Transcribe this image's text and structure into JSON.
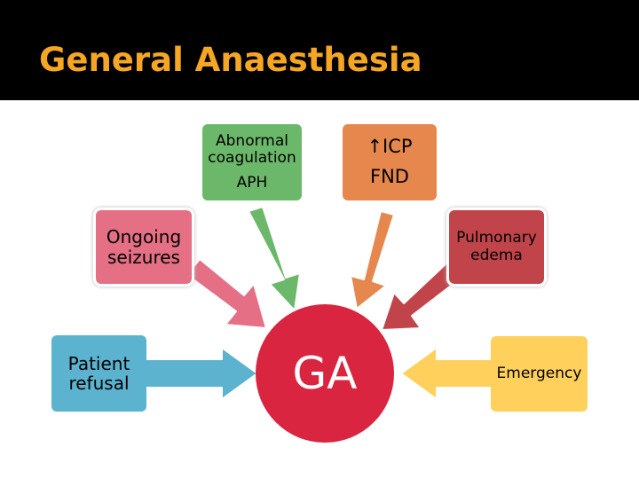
{
  "title": "General Anaesthesia",
  "center": {
    "label": "GA"
  },
  "causes": {
    "coagulation": {
      "line1": "Abnormal",
      "line2": "coagulation",
      "line3": "APH"
    },
    "icp": {
      "line1": "↑ICP",
      "line2": "FND"
    },
    "seizures": {
      "line1": "Ongoing",
      "line2": "seizures"
    },
    "edema": {
      "line1": "Pulmonary",
      "line2": "edema"
    },
    "refusal": {
      "line1": "Patient",
      "line2": "refusal"
    },
    "emergency": {
      "line1": "Emergency"
    }
  },
  "colors": {
    "title_bg": "#000000",
    "title_text": "#f5a623",
    "green": "#6cb86a",
    "orange": "#e6874e",
    "pink": "#e56f85",
    "red_brown": "#c0444a",
    "blue": "#5bb3d0",
    "yellow": "#ffd15c",
    "ga_red": "#d9253f"
  }
}
